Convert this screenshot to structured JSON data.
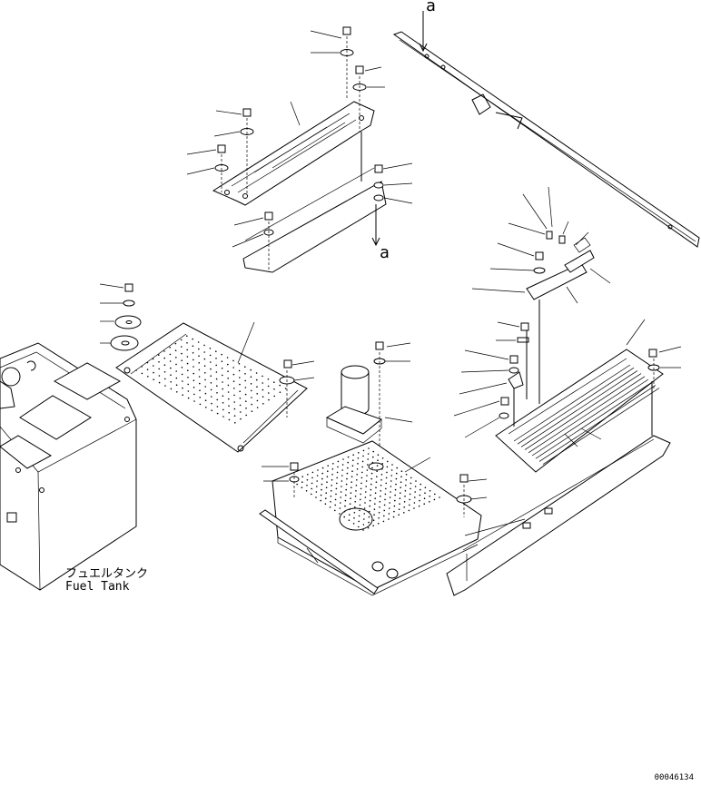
{
  "refs": {
    "top": "a",
    "bottom": "a"
  },
  "fuel_tank": {
    "label_jp": "フュエルタンク",
    "label_en": "Fuel Tank"
  },
  "drawing_number": "00046134"
}
